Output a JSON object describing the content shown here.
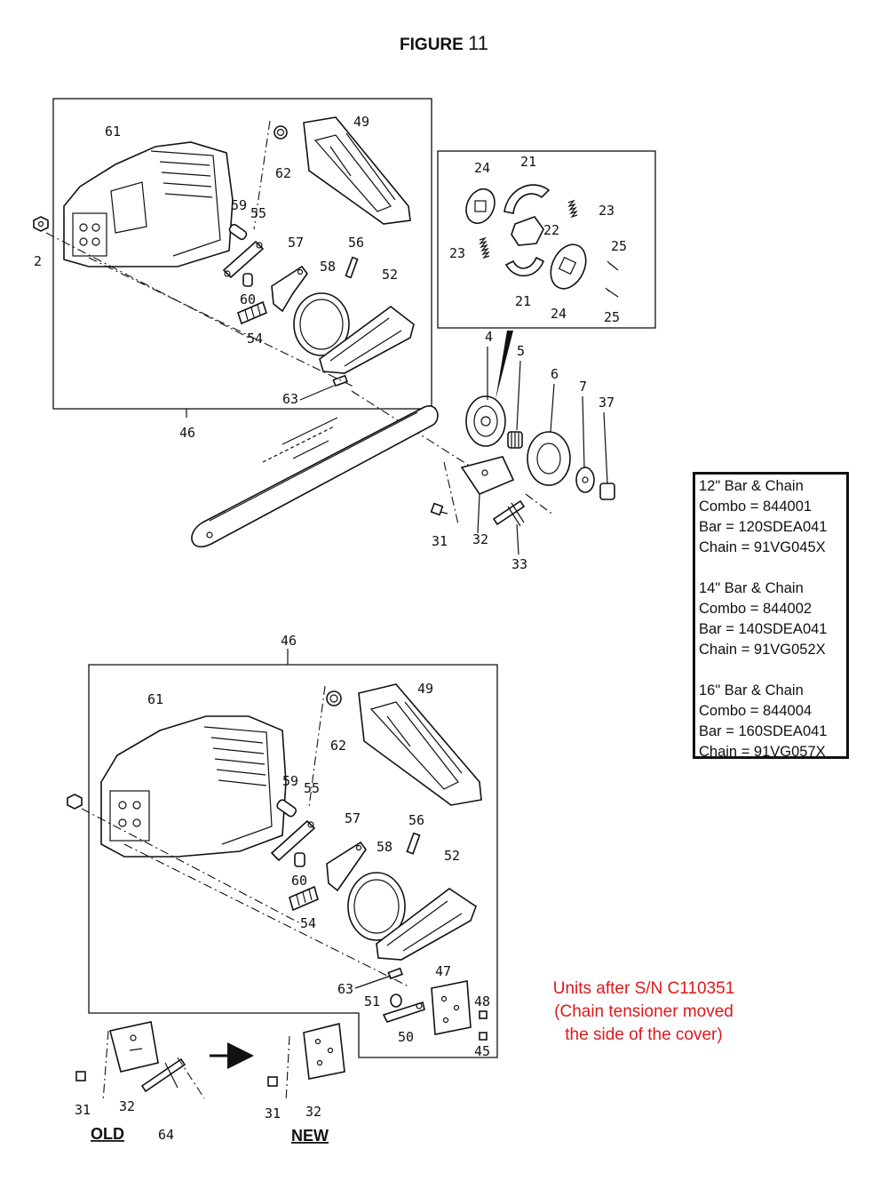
{
  "figure": {
    "title_word": "FIGURE",
    "title_number": "11"
  },
  "callouts": {
    "top": [
      {
        "id": "t61",
        "label": "61"
      },
      {
        "id": "t49",
        "label": "49"
      },
      {
        "id": "t62",
        "label": "62"
      },
      {
        "id": "t59",
        "label": "59"
      },
      {
        "id": "t55",
        "label": "55"
      },
      {
        "id": "t57",
        "label": "57"
      },
      {
        "id": "t56",
        "label": "56"
      },
      {
        "id": "t58",
        "label": "58"
      },
      {
        "id": "t52",
        "label": "52"
      },
      {
        "id": "t60",
        "label": "60"
      },
      {
        "id": "t54",
        "label": "54"
      },
      {
        "id": "t2",
        "label": "2"
      },
      {
        "id": "t63",
        "label": "63"
      },
      {
        "id": "t46",
        "label": "46"
      }
    ],
    "clutch": [
      {
        "id": "c24a",
        "label": "24"
      },
      {
        "id": "c21a",
        "label": "21"
      },
      {
        "id": "c23a",
        "label": "23"
      },
      {
        "id": "c22",
        "label": "22"
      },
      {
        "id": "c23b",
        "label": "23"
      },
      {
        "id": "c25a",
        "label": "25"
      },
      {
        "id": "c21b",
        "label": "21"
      },
      {
        "id": "c24b",
        "label": "24"
      },
      {
        "id": "c25b",
        "label": "25"
      }
    ],
    "drive": [
      {
        "id": "d4",
        "label": "4"
      },
      {
        "id": "d5",
        "label": "5"
      },
      {
        "id": "d6",
        "label": "6"
      },
      {
        "id": "d7",
        "label": "7"
      },
      {
        "id": "d37",
        "label": "37"
      },
      {
        "id": "d31",
        "label": "31"
      },
      {
        "id": "d32",
        "label": "32"
      },
      {
        "id": "d33",
        "label": "33"
      }
    ],
    "bottom": [
      {
        "id": "b46",
        "label": "46"
      },
      {
        "id": "b61",
        "label": "61"
      },
      {
        "id": "b49",
        "label": "49"
      },
      {
        "id": "b62",
        "label": "62"
      },
      {
        "id": "b59",
        "label": "59"
      },
      {
        "id": "b55",
        "label": "55"
      },
      {
        "id": "b57",
        "label": "57"
      },
      {
        "id": "b56",
        "label": "56"
      },
      {
        "id": "b58",
        "label": "58"
      },
      {
        "id": "b52",
        "label": "52"
      },
      {
        "id": "b60",
        "label": "60"
      },
      {
        "id": "b54",
        "label": "54"
      },
      {
        "id": "b47",
        "label": "47"
      },
      {
        "id": "b63",
        "label": "63"
      },
      {
        "id": "b51",
        "label": "51"
      },
      {
        "id": "b48",
        "label": "48"
      },
      {
        "id": "b50",
        "label": "50"
      },
      {
        "id": "b45",
        "label": "45"
      },
      {
        "id": "b31a",
        "label": "31"
      },
      {
        "id": "b32a",
        "label": "32"
      },
      {
        "id": "b64",
        "label": "64"
      },
      {
        "id": "b31b",
        "label": "31"
      },
      {
        "id": "b32b",
        "label": "32"
      }
    ],
    "old_label": "OLD",
    "new_label": "NEW"
  },
  "combos": [
    {
      "heading": "12\" Bar & Chain",
      "combo": "Combo = 844001",
      "bar": "Bar = 120SDEA041",
      "chain": "Chain = 91VG045X"
    },
    {
      "heading": "14\" Bar & Chain",
      "combo": "Combo = 844002",
      "bar": "Bar = 140SDEA041",
      "chain": "Chain = 91VG052X"
    },
    {
      "heading": "16\" Bar & Chain",
      "combo": "Combo = 844004",
      "bar": "Bar = 160SDEA041",
      "chain": "Chain = 91VG057X"
    }
  ],
  "note": {
    "line1": "Units after S/N C110351",
    "line2": "(Chain tensioner moved",
    "line3": "the side of the cover)",
    "color": "#e0181b"
  }
}
